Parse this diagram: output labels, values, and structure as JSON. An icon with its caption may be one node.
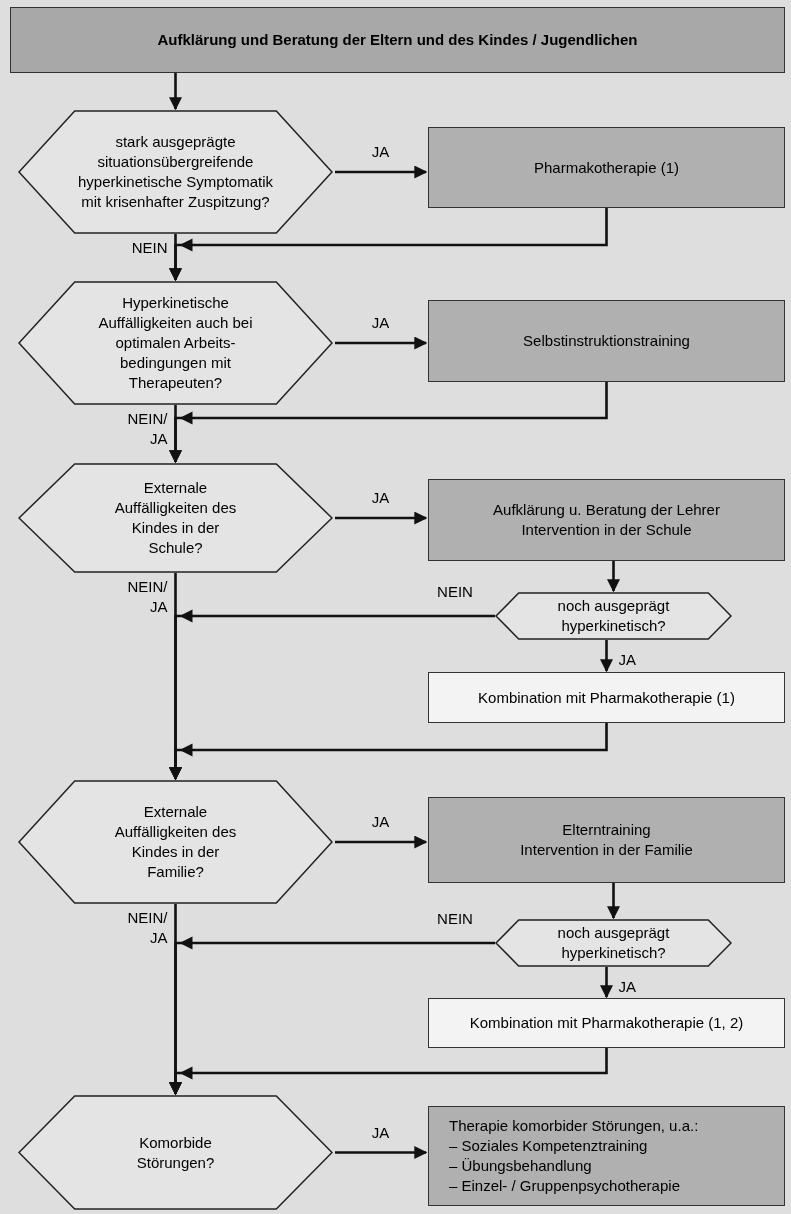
{
  "diagram": {
    "nodes": [
      {
        "text": [
          "Aufklärung und Beratung der Eltern und des Kindes / Jugendlichen"
        ]
      },
      {
        "text": [
          "stark ausgeprägte situationsübergreifende hyperkinetische Symptomatik mit krisenhafter Zuspitzung?"
        ]
      },
      {
        "text": [
          "Pharmakotherapie (1)"
        ]
      },
      {
        "text": [
          "Hyperkinetische Auffälligkeiten auch bei optimalen Arbeits- bedingungen mit Therapeuten?"
        ]
      },
      {
        "text": [
          "Selbstinstruktionstraining"
        ]
      },
      {
        "text": [
          "Externale Auffälligkeiten des Kindes in der Schule?"
        ]
      },
      {
        "text": [
          "Aufklärung u. Beratung der Lehrer",
          "Intervention in der Schule"
        ]
      },
      {
        "text": [
          "noch ausgeprägt hyperkinetisch?"
        ]
      },
      {
        "text": [
          "Kombination mit Pharmakotherapie (1)"
        ]
      },
      {
        "text": [
          "Externale Auffälligkeiten des Kindes in der Familie?"
        ]
      },
      {
        "text": [
          "Elterntraining",
          "Intervention in der Familie"
        ]
      },
      {
        "text": [
          "noch ausgeprägt hyperkinetisch?"
        ]
      },
      {
        "text": [
          "Kombination mit Pharmakotherapie (1, 2)"
        ]
      },
      {
        "text": [
          "Komorbide Störungen?"
        ]
      },
      {
        "text": [
          "Therapie komorbider Störungen, u.a.:",
          "– Soziales Kompetenztraining",
          "– Übungsbehandlung",
          "– Einzel- / Gruppenpsychotherapie"
        ]
      }
    ],
    "edges": [
      {
        "from": 0,
        "to": 1,
        "arrow": "to"
      },
      {
        "from": 1,
        "to": 2,
        "arrow": "to",
        "label": "JA"
      },
      {
        "from": 1,
        "to": 3,
        "arrow": "to",
        "label": "NEIN"
      },
      {
        "from": 2,
        "to": 3,
        "arrow": "to"
      },
      {
        "from": 3,
        "to": 4,
        "arrow": "to",
        "label": "JA"
      },
      {
        "from": 3,
        "to": 5,
        "arrow": "to",
        "label": "NEIN/ JA"
      },
      {
        "from": 4,
        "to": 5,
        "arrow": "to"
      },
      {
        "from": 5,
        "to": 6,
        "arrow": "to",
        "label": "JA"
      },
      {
        "from": 5,
        "to": 9,
        "arrow": "to",
        "label": "NEIN/ JA"
      },
      {
        "from": 6,
        "to": 7,
        "arrow": "to"
      },
      {
        "from": 7,
        "to": 9,
        "arrow": "to",
        "label": "NEIN"
      },
      {
        "from": 7,
        "to": 8,
        "arrow": "to",
        "label": "JA"
      },
      {
        "from": 8,
        "to": 9,
        "arrow": "to"
      },
      {
        "from": 9,
        "to": 10,
        "arrow": "to",
        "label": "JA"
      },
      {
        "from": 9,
        "to": 13,
        "arrow": "to",
        "label": "NEIN/ JA"
      },
      {
        "from": 10,
        "to": 11,
        "arrow": "to"
      },
      {
        "from": 11,
        "to": 13,
        "arrow": "to",
        "label": "NEIN"
      },
      {
        "from": 11,
        "to": 12,
        "arrow": "to",
        "label": "JA"
      },
      {
        "from": 12,
        "to": 13,
        "arrow": "to"
      },
      {
        "from": 13,
        "to": 14,
        "arrow": "to",
        "label": "JA"
      }
    ]
  }
}
